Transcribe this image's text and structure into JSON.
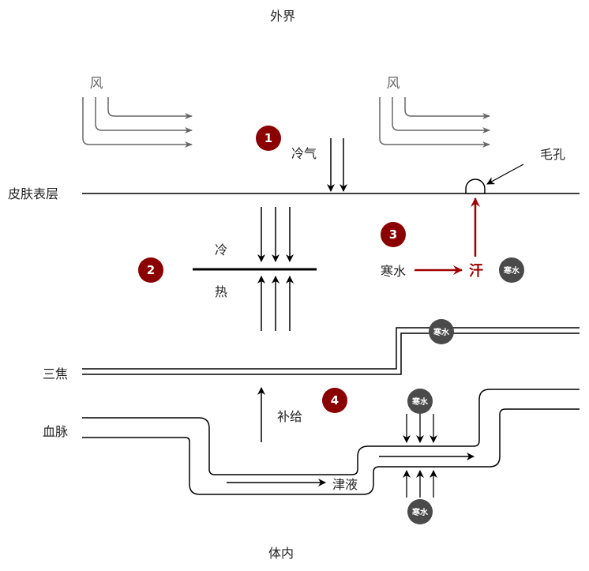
{
  "labels": {
    "outside": "外界",
    "inside": "体内",
    "skin": "皮肤表层",
    "sanjiao": "三焦",
    "vessel": "血脉",
    "wind_left": "风",
    "wind_right": "风",
    "cold_air": "冷气",
    "cold": "冷",
    "heat": "热",
    "cold_water": "寒水",
    "sweat": "汗",
    "pore": "毛孔",
    "supply": "补给",
    "fluid": "津液"
  },
  "steps": [
    "1",
    "2",
    "3",
    "4"
  ],
  "badges": {
    "b1": "寒水",
    "b2": "寒水",
    "b3": "寒水",
    "b4": "寒水"
  },
  "colors": {
    "step_circle": "#8b0000",
    "badge_circle": "#4a4a4a",
    "sweat_arrow": "#a00000",
    "wind": "#666666"
  }
}
